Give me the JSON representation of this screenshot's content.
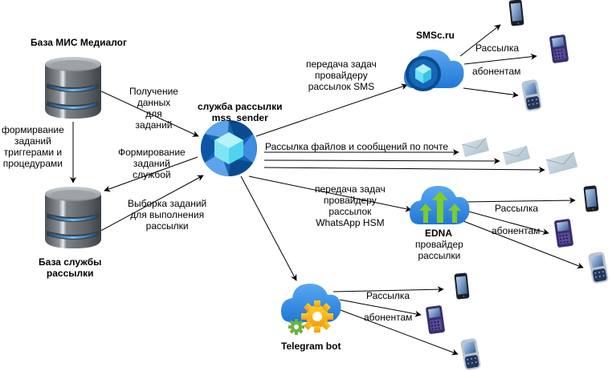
{
  "diagram": {
    "nodes": {
      "mis_db": {
        "label": "База МИС Медиалог",
        "icon": "database-icon"
      },
      "service_db": {
        "label": "База службы\nрассылки",
        "icon": "database-icon"
      },
      "mss_sender": {
        "label": "служба рассылки\nmss_sender",
        "icon": "service-icon"
      },
      "smsc": {
        "label": "SMSc.ru",
        "icon": "cloud-cube-icon"
      },
      "edna": {
        "title": "EDNA",
        "subtitle": "провайдер\nрассылки",
        "icon": "cloud-upload-icon"
      },
      "telegram": {
        "label": "Telegram bot",
        "icon": "cloud-gears-icon"
      }
    },
    "edge_labels": {
      "get_data": "Получение\nданных\nдля\nзаданий",
      "triggers": "формирвание\nзаданий\nтриггерами и\nпроцедурами",
      "service_forming": "Формирование\nзаданий\nслужбой",
      "selection": "Выборка заданий\nдля выполнения\nрассылки",
      "to_sms": "передача задач\nпровайдеру\nрассылок SMS",
      "email": "Рассылка файлов и сообщений по почте",
      "to_whatsapp": "передача задач\nпровайдеру\nрассылок\nWhatsApp HSM"
    },
    "delivery_labels": {
      "smsc": {
        "line1": "Рассылка",
        "line2": "абонентам"
      },
      "edna": {
        "line1": "Рассылка",
        "line2": "абонентам"
      },
      "telegram": {
        "line1": "Рассылка",
        "line2": "абонентам"
      }
    },
    "recipient_icons": [
      "iphone-icon",
      "blackberry-icon",
      "pda-phone-icon"
    ],
    "email_icon": "envelope-icon",
    "colors": {
      "edge": "#000000",
      "db_body": "#6f7478",
      "db_ring": "#3b8fd8",
      "cloud_blue": "#2f86e0",
      "cube": "#50d8f2",
      "arrow_green": "#7ccc2c",
      "gear_orange": "#f7b21b",
      "gear_green": "#6cb33e",
      "envelope": "#b9cbd6"
    }
  }
}
